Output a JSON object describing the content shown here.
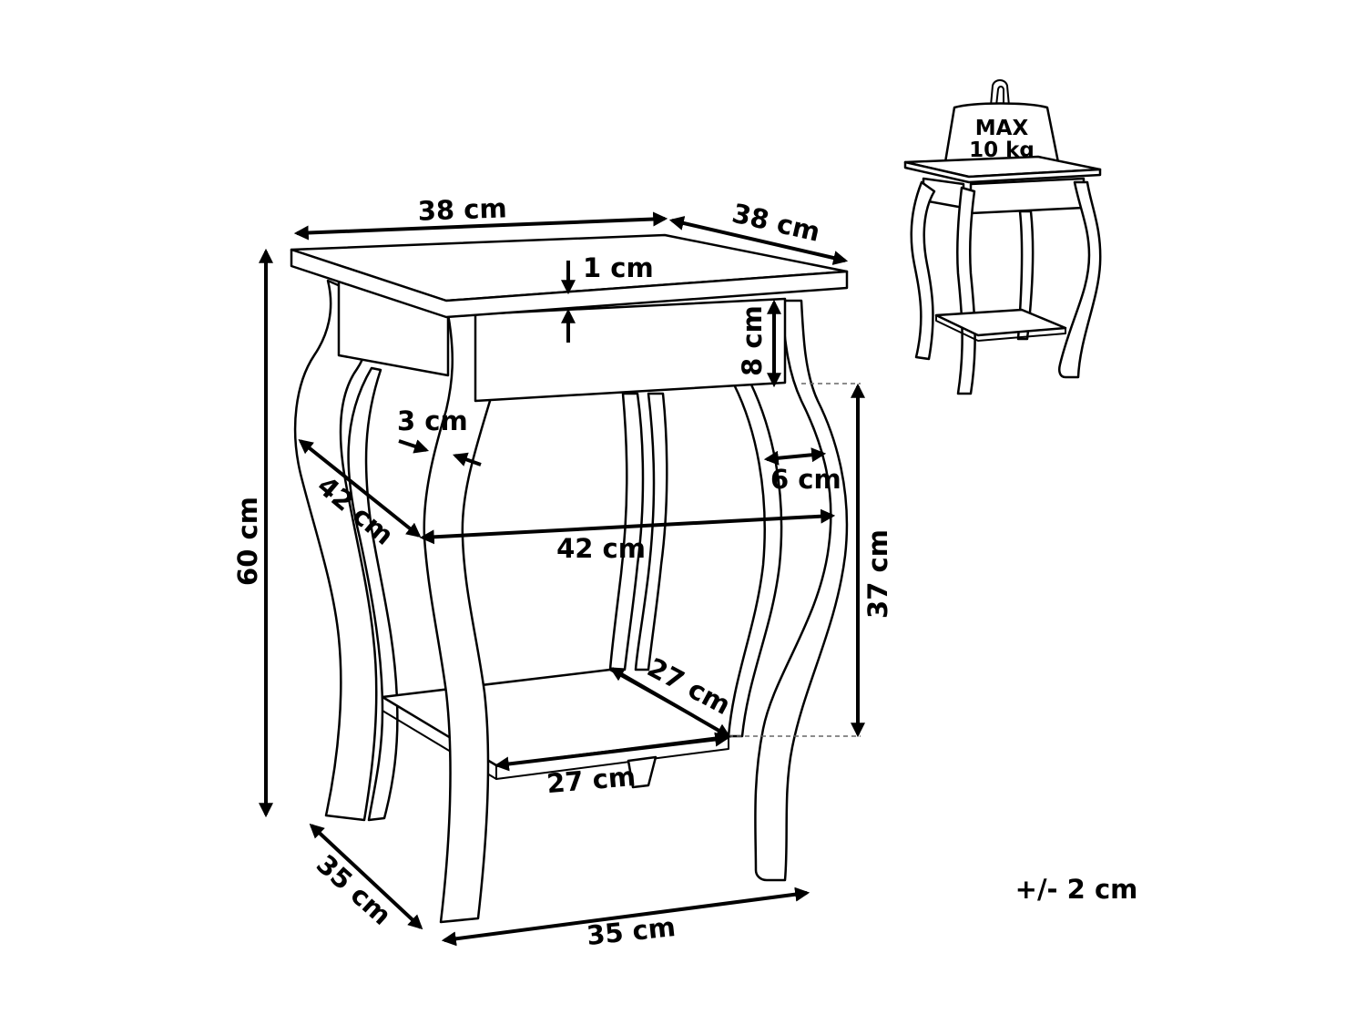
{
  "dimensions": {
    "top_width": "38 cm",
    "top_depth": "38 cm",
    "top_thickness": "1 cm",
    "drawer_height": "8 cm",
    "leg_thickness": "3 cm",
    "leg_curve_depth": "6 cm",
    "mid_depth": "42 cm",
    "mid_width": "42 cm",
    "total_height": "60 cm",
    "shelf_height": "37 cm",
    "shelf_depth": "27 cm",
    "shelf_width": "27 cm",
    "base_depth": "35 cm",
    "base_width": "35 cm"
  },
  "max_load": {
    "line1": "MAX",
    "line2": "10 kg"
  },
  "tolerance": "+/- 2 cm",
  "colors": {
    "line": "#000000",
    "background": "#ffffff",
    "guide": "#666666"
  }
}
